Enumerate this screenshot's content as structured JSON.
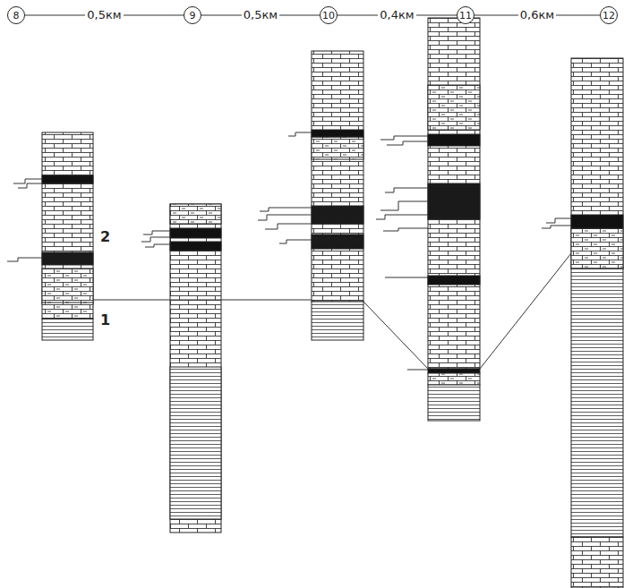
{
  "diagram": {
    "nodes": [
      {
        "text": [
          "8"
        ]
      },
      {
        "text": [
          "9"
        ]
      },
      {
        "text": [
          "10"
        ]
      },
      {
        "text": [
          "11"
        ]
      },
      {
        "text": [
          "12"
        ]
      }
    ],
    "edges": [
      {
        "from": 0,
        "to": 1,
        "label": "0,5км",
        "arrow": "none"
      },
      {
        "from": 1,
        "to": 2,
        "label": "0,5км",
        "arrow": "none"
      },
      {
        "from": 2,
        "to": 3,
        "label": "0,4км",
        "arrow": "none"
      },
      {
        "from": 3,
        "to": 4,
        "label": "0,6км",
        "arrow": "none"
      }
    ],
    "labels": [
      "2",
      "1"
    ]
  }
}
